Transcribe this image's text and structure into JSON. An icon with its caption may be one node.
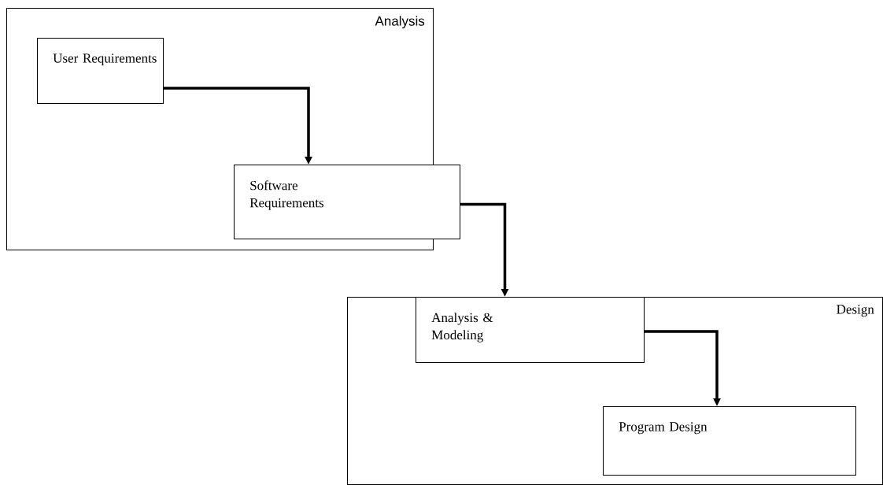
{
  "diagram": {
    "nodes": [
      {
        "text": [
          "Analysis"
        ]
      },
      {
        "text": [
          "User Requirements"
        ],
        "in": 0
      },
      {
        "text": [
          "Software Requirements"
        ]
      },
      {
        "text": [
          "Design"
        ]
      },
      {
        "text": [
          "Analysis & Modeling"
        ],
        "in": 3
      },
      {
        "text": [
          "Program Design"
        ],
        "in": 3
      }
    ],
    "edges": [
      {
        "from": 1,
        "to": 2,
        "arrow": "to"
      },
      {
        "from": 2,
        "to": 4,
        "arrow": "to"
      },
      {
        "from": 4,
        "to": 5,
        "arrow": "to"
      }
    ]
  }
}
